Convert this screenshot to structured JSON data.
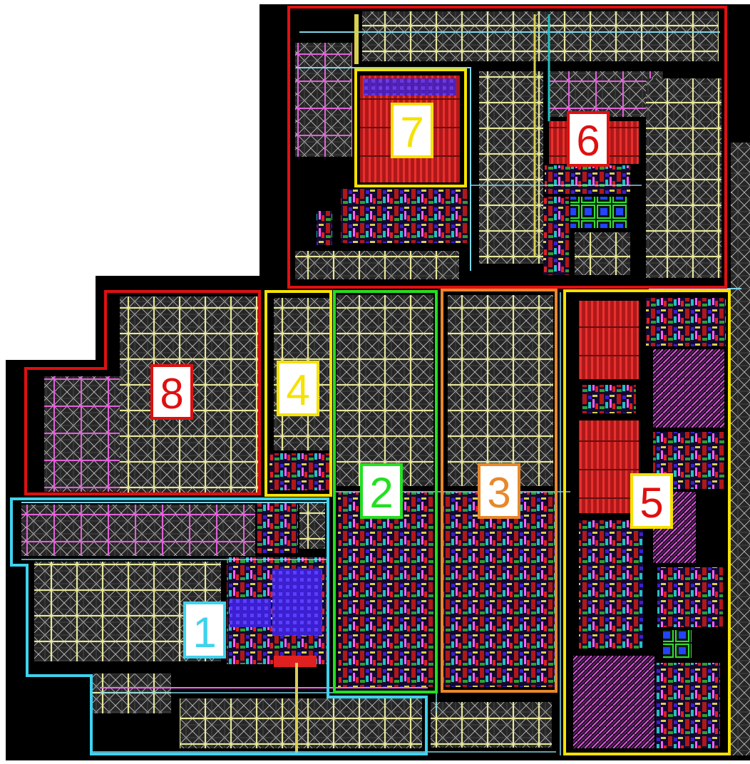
{
  "layout_image": {
    "background_color": "#000000",
    "page_color": "#ffffff",
    "grid_fill_color": "#2a2a2a",
    "grid_line_color": "#cfcfcf",
    "frame_line_color": "#7fd6e8",
    "strap_color_1": "#e0e08a",
    "strap_color_2": "#e060d8",
    "dense_colors": [
      "#b01818",
      "#e02020",
      "#4422cc",
      "#2244ff",
      "#d8d050",
      "#22c0c0",
      "#ff60ff",
      "#30a030"
    ],
    "blocks": [
      {
        "id": "block-1",
        "label": "1",
        "outline_color": "#3fd2ee",
        "label_color": "#3fd2ee",
        "label_bg": "#ffffff"
      },
      {
        "id": "block-2",
        "label": "2",
        "outline_color": "#22e022",
        "label_color": "#22e022",
        "label_bg": "#ffffff"
      },
      {
        "id": "block-3",
        "label": "3",
        "outline_color": "#e8882a",
        "label_color": "#e8882a",
        "label_bg": "#ffffff"
      },
      {
        "id": "block-4",
        "label": "4",
        "outline_color": "#f5e200",
        "label_color": "#f5e200",
        "label_bg": "#ffffff"
      },
      {
        "id": "block-5",
        "label": "5",
        "outline_color": "#f5e200",
        "label_color": "#e01010",
        "label_bg": "#ffffff"
      },
      {
        "id": "block-6",
        "label": "6",
        "outline_color": "#e01010",
        "label_color": "#e01010",
        "label_bg": "#ffffff"
      },
      {
        "id": "block-7",
        "label": "7",
        "outline_color": "#f5e200",
        "label_color": "#f5e200",
        "label_bg": "#ffffff"
      },
      {
        "id": "block-8",
        "label": "8",
        "outline_color": "#e01010",
        "label_color": "#e01010",
        "label_bg": "#ffffff"
      }
    ]
  }
}
